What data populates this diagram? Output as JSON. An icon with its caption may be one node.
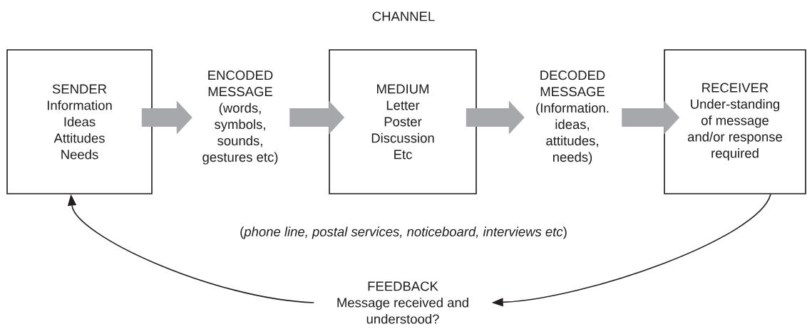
{
  "diagram": {
    "nodes": [
      {
        "text": [
          "SENDER",
          "Information Ideas Attitudes Needs"
        ]
      },
      {
        "text": [
          "ENCODED MESSAGE",
          "(words, symbols, sounds, gestures etc)"
        ]
      },
      {
        "text": [
          "MEDIUM",
          "Letter Poster Discussion Etc"
        ]
      },
      {
        "text": [
          "DECODED MESSAGE",
          "(Information. ideas, attitudes, needs)"
        ]
      },
      {
        "text": [
          "RECEIVER",
          "Under-standing of message and/or response required"
        ]
      },
      {
        "text": [
          "FEEDBACK",
          "Message received and understood?"
        ]
      }
    ],
    "edges": [
      {
        "from": 0,
        "to": 1,
        "arrow": "to",
        "color": "#a6a8ab"
      },
      {
        "from": 1,
        "to": 2,
        "arrow": "to",
        "color": "#a6a8ab"
      },
      {
        "from": 2,
        "to": 3,
        "arrow": "to",
        "color": "#a6a8ab"
      },
      {
        "from": 3,
        "to": 4,
        "arrow": "to",
        "color": "#a6a8ab"
      },
      {
        "from": 4,
        "to": 5,
        "arrow": "to",
        "color": "#231f20"
      },
      {
        "from": 5,
        "to": 0,
        "arrow": "to",
        "color": "#231f20"
      }
    ],
    "labels": [
      "CHANNEL",
      "(*phone line, postal services, noticeboard, interviews etc*)"
    ]
  }
}
